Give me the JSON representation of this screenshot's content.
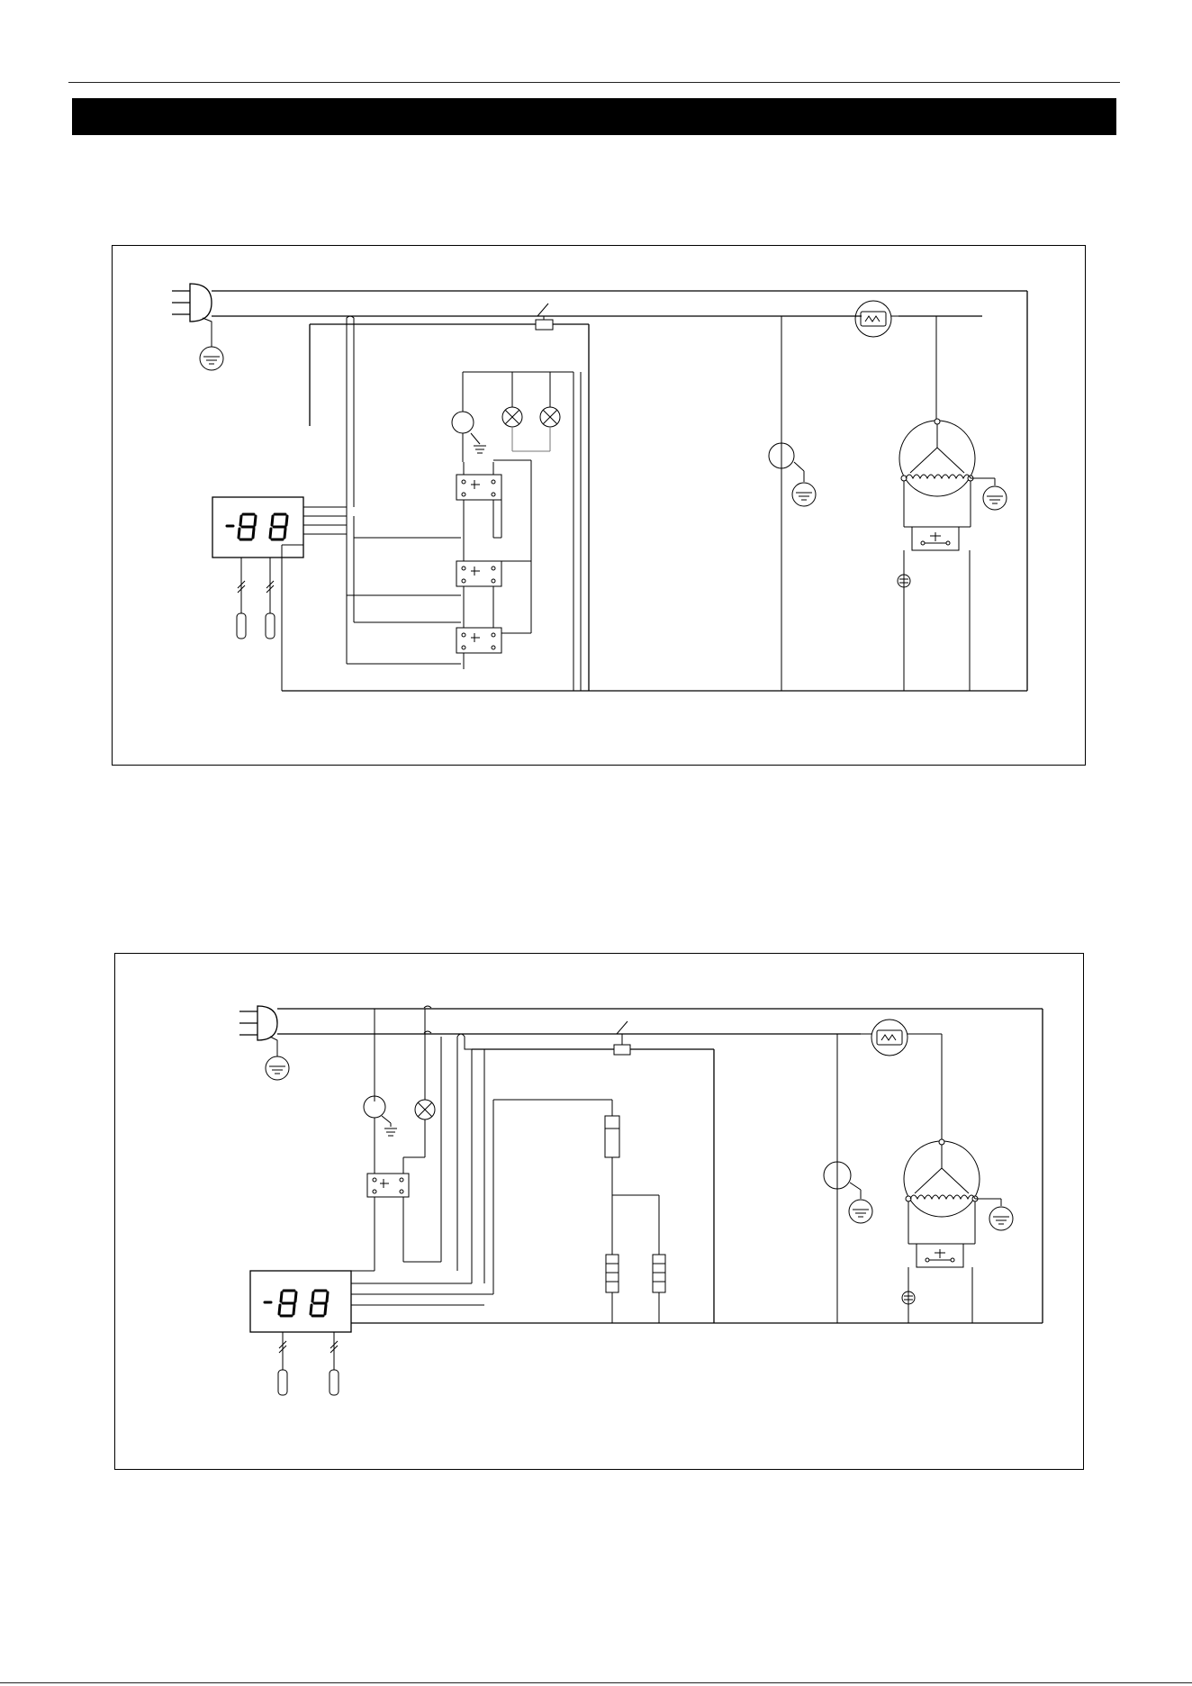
{
  "header": {
    "title": ""
  },
  "diagrams": [
    {
      "id": "diagram-1",
      "display_digits": [
        "8",
        "8"
      ]
    },
    {
      "id": "diagram-2",
      "display_digits": [
        "8",
        "8"
      ]
    }
  ],
  "colors": {
    "ink": "#000000",
    "background": "#ffffff",
    "title_bar": "#000000"
  }
}
